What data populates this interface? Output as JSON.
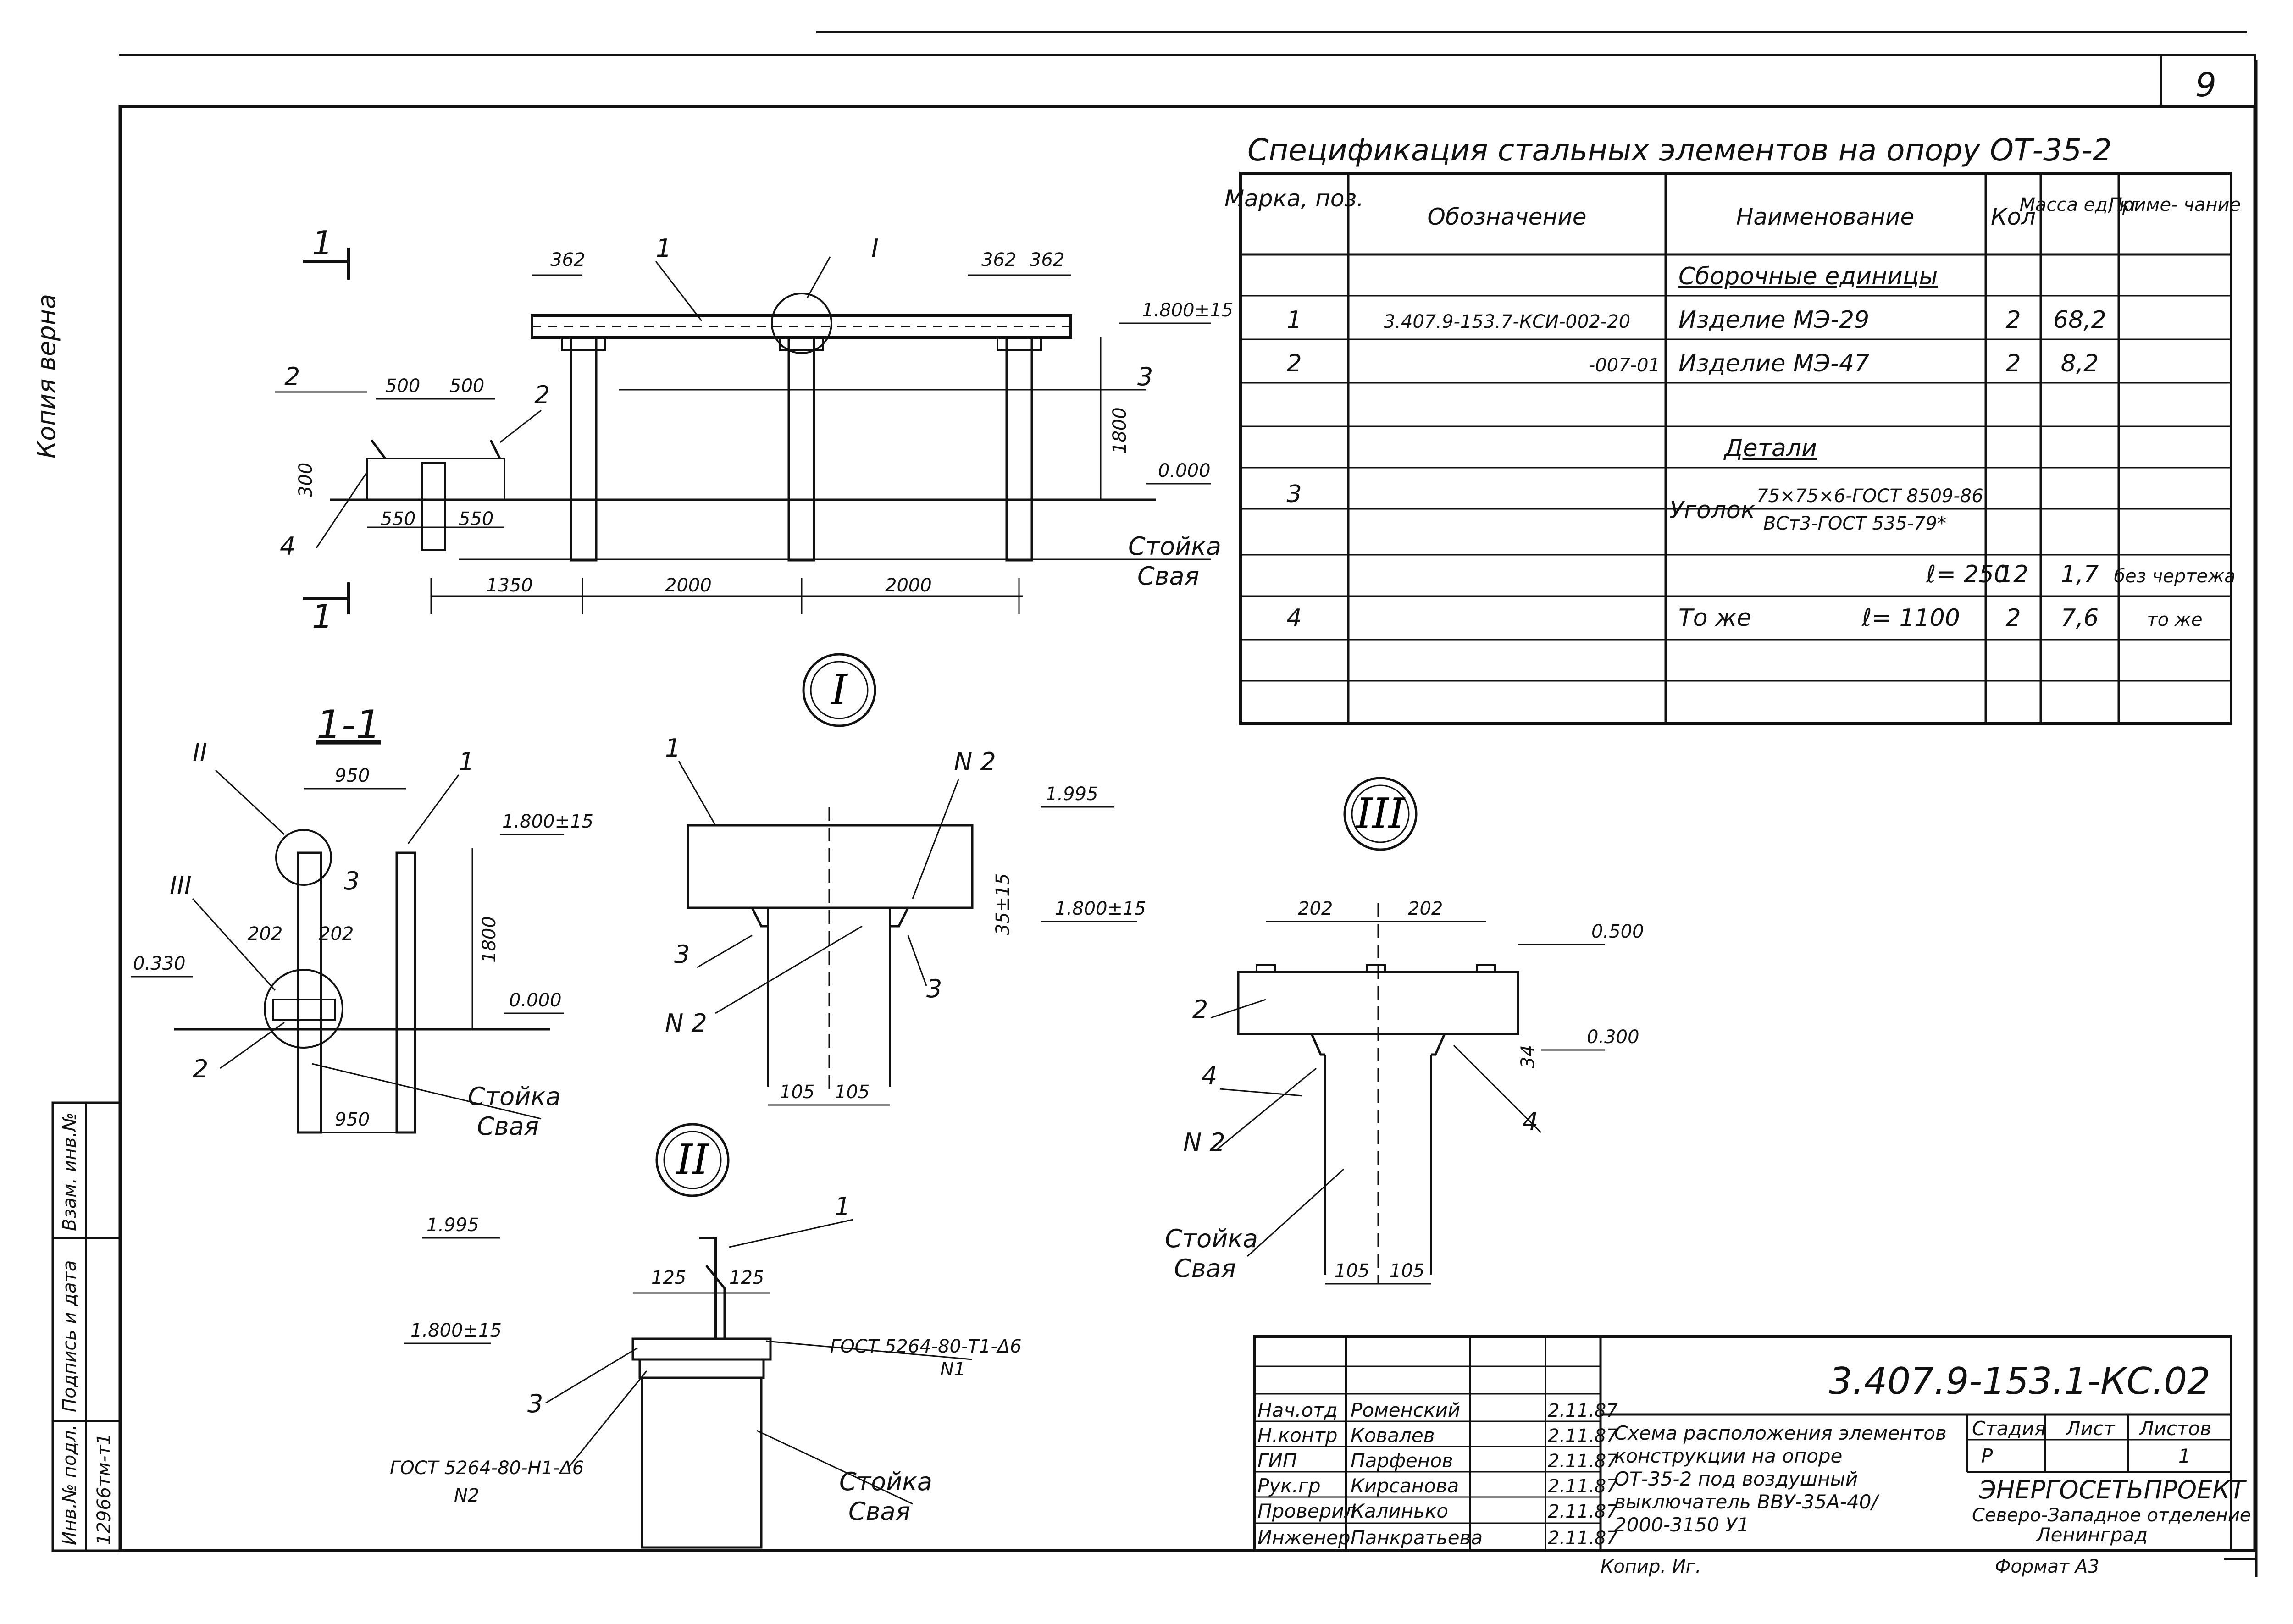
{
  "sheet_number": "9",
  "spec": {
    "title": "Спецификация стальных элементов на опору ОТ-35-2",
    "headers": {
      "mark": "Марка, поз.",
      "designation": "Обозначение",
      "name": "Наименование",
      "qty": "Кол",
      "mass": "Масса ед, кг",
      "note": "Приме- чание"
    },
    "groups": {
      "assembly": "Сборочные единицы",
      "details": "Детали"
    },
    "rows": [
      {
        "mark": "1",
        "designation": "3.407.9-153.7-КСИ-002-20",
        "name": "Изделие МЭ-29",
        "qty": "2",
        "mass": "68,2",
        "note": ""
      },
      {
        "mark": "2",
        "designation": "-007-01",
        "name": "Изделие МЭ-47",
        "qty": "2",
        "mass": "8,2",
        "note": ""
      },
      {
        "mark": "3",
        "designation": "",
        "name": "Уголок",
        "profile_top": "75×75×6-ГОСТ 8509-86",
        "profile_bottom": "ВСт3-ГОСТ 535-79*",
        "length": "ℓ= 250",
        "qty": "12",
        "mass": "1,7",
        "note": "без чертежа"
      },
      {
        "mark": "4",
        "designation": "",
        "name": "То же",
        "length": "ℓ= 1100",
        "qty": "2",
        "mass": "7,6",
        "note": "то же"
      }
    ]
  },
  "main_view": {
    "section_mark": "1",
    "dims": {
      "d362": "362",
      "d500": "500",
      "d300": "300",
      "d550": "550",
      "d1800": "1800",
      "d1350": "1350",
      "d2000": "2000"
    },
    "levels": {
      "top": "1.800±15",
      "ground": "0.000"
    },
    "callouts": {
      "c1": "1",
      "c2": "2",
      "c3": "3",
      "c4": "4",
      "node": "I"
    },
    "pile_label": {
      "line1": "Стойка",
      "line2": "Свая"
    }
  },
  "section_1_1": {
    "title": "1-1",
    "dims": {
      "d950": "950",
      "d202": "202",
      "d1800": "1800"
    },
    "levels": {
      "top": "1.800±15",
      "mid": "0.330",
      "ground": "0.000"
    },
    "callouts": {
      "c1": "1",
      "c2": "2",
      "c3": "3",
      "n2": "II",
      "n3": "III"
    },
    "pile_label": {
      "line1": "Стойка",
      "line2": "Свая"
    }
  },
  "node_I": {
    "label": "I",
    "levels": {
      "top": "1.995",
      "mid": "1.800±15"
    },
    "dims": {
      "d105": "105",
      "d35": "35±15"
    },
    "callouts": {
      "c1": "1",
      "c3": "3",
      "n2": "N 2"
    }
  },
  "node_II": {
    "label": "II",
    "levels": {
      "top": "1.995",
      "mid": "1.800±15"
    },
    "dims": {
      "d125": "125"
    },
    "callouts": {
      "c1": "1",
      "c3": "3"
    },
    "weld_top": {
      "gost": "ГОСТ 5264-80-Т1-Δ6",
      "n": "N1"
    },
    "weld_bottom": {
      "gost": "ГОСТ 5264-80-Н1-Δ6",
      "n": "N2"
    },
    "pile_label": {
      "line1": "Стойка",
      "line2": "Свая"
    }
  },
  "node_III": {
    "label": "III",
    "levels": {
      "top": "0.500",
      "mid": "0.300"
    },
    "dims": {
      "d202": "202",
      "d105": "105",
      "d34": "34"
    },
    "callouts": {
      "c2": "2",
      "c4": "4",
      "n2": "N 2"
    },
    "pile_label": {
      "line1": "Стойка",
      "line2": "Свая"
    }
  },
  "title_block": {
    "code": "3.407.9-153.1-КС.02",
    "roles": [
      {
        "role": "Нач.отд",
        "name": "Роменский",
        "date": "2.11.87"
      },
      {
        "role": "Н.контр",
        "name": "Ковалев",
        "date": "2.11.87"
      },
      {
        "role": "ГИП",
        "name": "Парфенов",
        "date": "2.11.87"
      },
      {
        "role": "Рук.гр",
        "name": "Кирсанова",
        "date": "2.11.87"
      },
      {
        "role": "Проверил",
        "name": "Калинько",
        "date": "2.11.87"
      },
      {
        "role": "Инженер",
        "name": "Панкратьева",
        "date": "2.11.87"
      }
    ],
    "description": [
      "Схема расположения элементов",
      "конструкции на опоре",
      "ОТ-35-2 под воздушный",
      "выключатель ВВУ-35А-40/",
      "2000-3150 У1"
    ],
    "stage_header": "Стадия",
    "sheet_header": "Лист",
    "sheets_header": "Листов",
    "stage": "Р",
    "sheets": "1",
    "org": "ЭНЕРГОСЕТЬПРОЕКТ",
    "org_sub": "Северо-Западное отделение",
    "org_city": "Ленинград",
    "copied": "Копир. Иг.",
    "format": "Формат А3"
  },
  "side_stamp": {
    "inv_label": "Инв.№ подл.",
    "inv_value": "12966тм-т1",
    "sign_label": "Подпись и дата",
    "swap_label": "Взам. инв.№"
  },
  "margin_note": "Копия верна"
}
